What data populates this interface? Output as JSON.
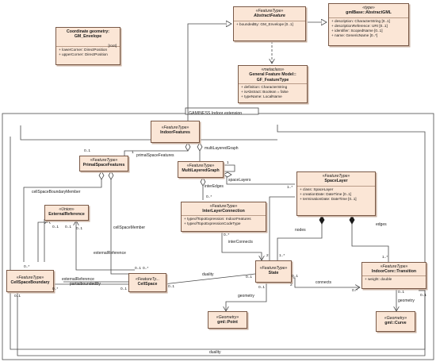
{
  "package": {
    "label": "GAMINESS Indoor extension"
  },
  "classes": {
    "abstract_feature": {
      "stereotype": "«FeatureType»",
      "name": "AbstractFeature",
      "attrs": [
        "boundedBy: GM_Envelope [0..1]"
      ]
    },
    "abstract_gml": {
      "stereotype": "«type»",
      "name": "gmlBase::AbstractGML",
      "attrs": [
        "description: CharacterString [0..1]",
        "descriptionReference: URI [0..1]",
        "identifier: ScopedName [0..1]",
        "name: GenericName [0..*]"
      ]
    },
    "coord_geometry": {
      "line1": "Coordinate geometry:",
      "line2": "GM_Envelope",
      "tag": "[root]",
      "attrs": [
        "lowerCorner: DirectPosition",
        "upperCorner: DirectPosition"
      ]
    },
    "gf_feature_type": {
      "stereotype": "«metaclass»",
      "line1": "General Feature Model::",
      "line2": "GF_FeatureType",
      "attrs": [
        "definition: CharacterString",
        "isAbstract: Boolean = false",
        "typeName: LocalName"
      ]
    },
    "indoor_features": {
      "stereotype": "«FeatureType»",
      "name": "IndoorFeatures"
    },
    "primal_space": {
      "stereotype": "«FeatureType»",
      "name": "PrimalSpaceFeatures"
    },
    "multilayered": {
      "stereotype": "«FeatureType»",
      "name": "MultiLayeredGraph"
    },
    "external_ref": {
      "stereotype": "«Union»",
      "name": "ExternalReference"
    },
    "space_layer": {
      "stereotype": "«FeatureType»",
      "name": "SpaceLayer",
      "attrs": [
        "class: SpaceLayer",
        "creationDate: DateTime [0..1]",
        "terminationDate: DateTime [0..1]"
      ]
    },
    "inter_layer": {
      "stereotype": "«FeatureType»",
      "name": "InterLayerConnection",
      "attrs": [
        "typeofTopoExpression: IndoorFeatures",
        "typeofTopoExpressionCodeType"
      ]
    },
    "cell_boundary": {
      "stereotype": "«FeatureType»",
      "name": "CellSpaceBoundary"
    },
    "cell_space": {
      "stereotype": "«FeatureTy...",
      "name": "CellSpace"
    },
    "state": {
      "stereotype": "«FeatureType»",
      "name": "State"
    },
    "transition": {
      "stereotype": "«FeatureType»",
      "name": "IndoorCore::Transition",
      "attrs": [
        "weight: double"
      ]
    },
    "gml_point": {
      "stereotype": "«Geometry»",
      "name": "gml::Point"
    },
    "gml_curve": {
      "stereotype": "«Geometry»",
      "name": "gml::Curve"
    }
  },
  "roles": {
    "primalSpaceFeatures": "primalSpaceFeatures",
    "multiLayeredGraph": "multiLayeredGraph",
    "spaceLayers": "spaceLayers",
    "interEdges": "interEdges",
    "cellSpaceBoundaryMember": "cellSpaceBoundaryMember",
    "cellSpaceMember": "cellSpaceMember",
    "externalReference": "externalReference",
    "externalReference2": "externalReference",
    "partialboundedBy": "partialboundedBy",
    "duality_top": "duality",
    "duality_bottom": "duality",
    "interConnects": "interConnects",
    "nodes": "nodes",
    "edges": "edges",
    "connects": "connects",
    "geometry_state": "geometry",
    "geometry_transition": "geometry"
  },
  "multiplicities": {
    "m_01_primal": "0..1",
    "m_1_primal": "1",
    "m_1_multi": "1",
    "m_1star_layers": "1..*",
    "m_0star_inter": "0..*",
    "m_0star_cs_top": "0..*",
    "m_01_cs_left": "0..1",
    "m_01_ext_a": "0..1",
    "m_01_ext_b": "0..1",
    "m_0star_csb": "0..*",
    "m_01_csb_bottom": "0..1",
    "m_0star_csb_right": "0..*",
    "m_01_cellspace_left": "0..1",
    "m_01_cellspace_top": "0..1",
    "m_0star_cellspace_top": "0..*",
    "m_01_cellspace_right": "0..1",
    "m_01_state_left": "0..1",
    "m_2_state_top": "2",
    "m_1star_nodes": "1..*",
    "m_0star_interconnects": "0..*",
    "m_2_connects": "2",
    "m_0star_connects": "0..*",
    "m_01_state_bottom": "0..1",
    "m_1star_edges": "1..*",
    "m_01_transition": "0..1",
    "m_01_transition_right": "0..1",
    "m_01_state_right": "0..1"
  },
  "colors": {
    "box_fill": "#fbe6d6",
    "box_border": "#7a5a48",
    "line": "#4a4a4a"
  }
}
